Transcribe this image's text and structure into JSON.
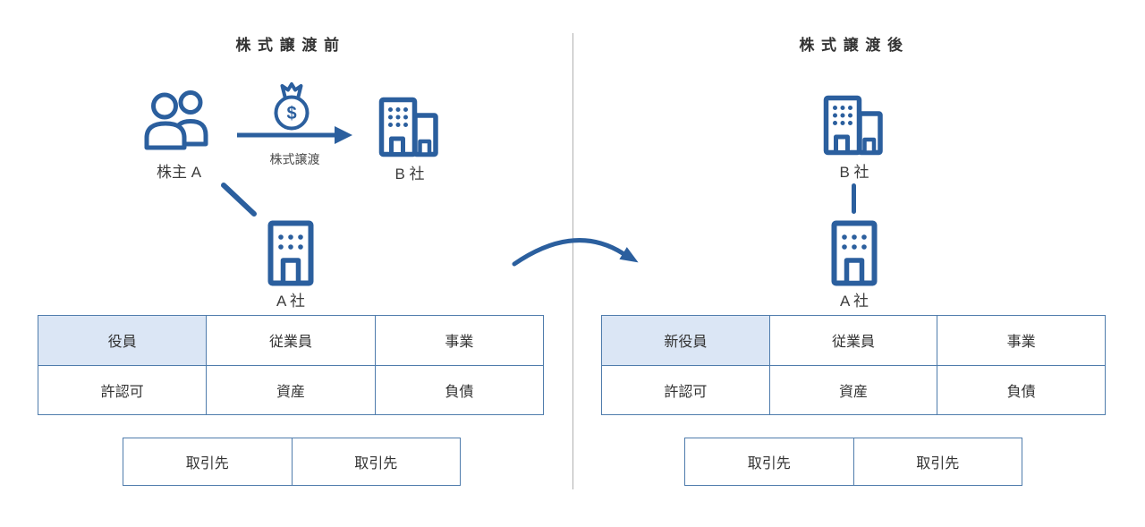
{
  "colors": {
    "accent": "#2b5f9e",
    "table_border": "#4f7cac",
    "header_fill": "#dbe6f5",
    "divider": "#b0b0b0",
    "text": "#333333"
  },
  "icons": {
    "dollar_symbol": "$",
    "shareholders": "shareholders-icon",
    "money_bag": "money-bag-icon",
    "company_building": "company-building-icon",
    "transfer_arrow": "transfer-arrow-icon",
    "ownership_line": "ownership-line-icon",
    "transition_arrow": "transition-arrow-icon",
    "parent_subsidiary_link": "parent-subsidiary-link"
  },
  "before": {
    "title": "株式譲渡前",
    "shareholder_label": "株主 A",
    "transfer_label": "株式譲渡",
    "company_b_label": "B 社",
    "company_a_label": "A 社",
    "table": {
      "rows": [
        [
          "役員",
          "従業員",
          "事業"
        ],
        [
          "許認可",
          "資産",
          "負債"
        ]
      ]
    },
    "partners": [
      "取引先",
      "取引先"
    ]
  },
  "after": {
    "title": "株式譲渡後",
    "company_b_label": "B 社",
    "company_a_label": "A 社",
    "table": {
      "rows": [
        [
          "新役員",
          "従業員",
          "事業"
        ],
        [
          "許認可",
          "資産",
          "負債"
        ]
      ]
    },
    "partners": [
      "取引先",
      "取引先"
    ]
  }
}
